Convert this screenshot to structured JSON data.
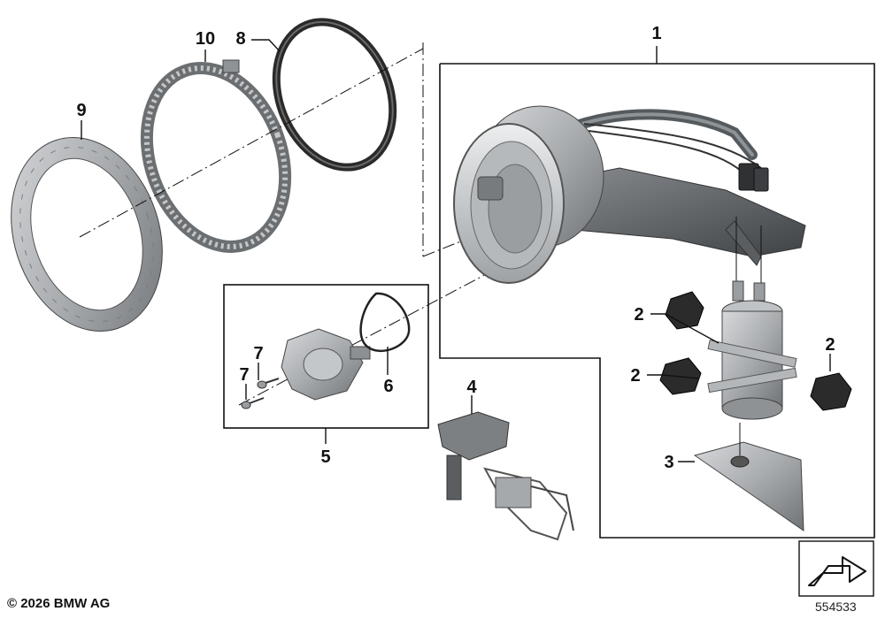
{
  "callouts": {
    "c1": "1",
    "c2a": "2",
    "c2b": "2",
    "c2c": "2",
    "c3": "3",
    "c4": "4",
    "c5": "5",
    "c6": "6",
    "c7a": "7",
    "c7b": "7",
    "c8": "8",
    "c9": "9",
    "c10": "10"
  },
  "footer": {
    "copyright": "© 2026 BMW AG",
    "diagram_id": "554533"
  },
  "colors": {
    "line": "#111111",
    "part_gray": "#a9acaf",
    "part_dark": "#5f6366",
    "part_black": "#2b2b2b"
  },
  "icons": {
    "corner": "navigation-arrow-icon"
  }
}
